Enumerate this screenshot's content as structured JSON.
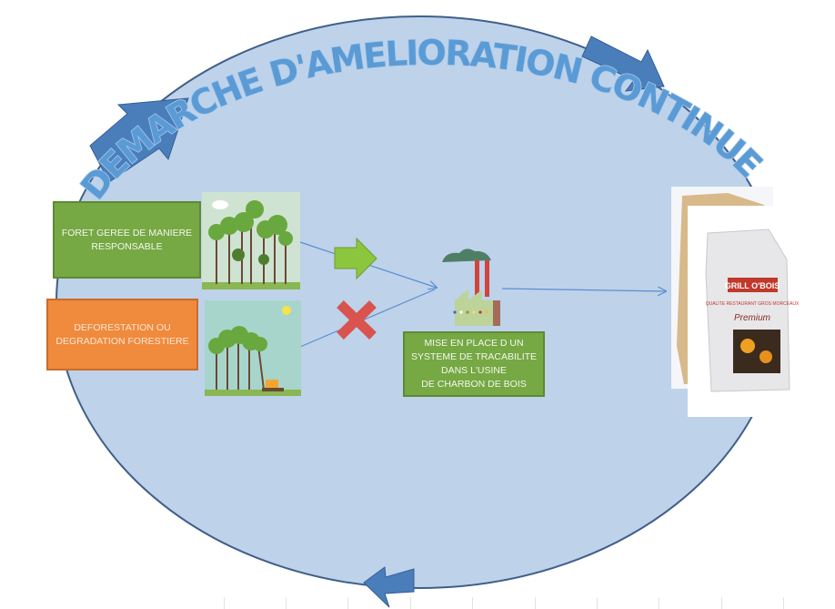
{
  "title": "DEMARCHE D'AMELIORATION CONTINUE",
  "boxes": {
    "sustainable_forest": "FORET GEREE DE MANIERE\nRESPONSABLE",
    "deforestation": "DEFORESTATION OU\nDEGRADATION FORESTIERE",
    "traceability": "MISE EN PLACE D UN\nSYSTEME DE TRACABILITE\nDANS L'USINE\nDE CHARBON DE BOIS"
  },
  "product": {
    "brand": "GRILL O'BOIS",
    "tagline": "QUALITE RESTAURANT GROS MORCEAUX",
    "variant": "Premium"
  },
  "colors": {
    "cycle_fill": "#bed2ea",
    "cycle_stroke": "#3f5f8a",
    "cycle_arrow": "#4a7ebb",
    "title_fill": "#5b9bd5",
    "accept_arrow": "#8cc63f",
    "reject_cross": "#d9534f"
  },
  "icons": [
    "cycle-arrow-icon",
    "check-arrow-icon",
    "reject-cross-icon",
    "factory-icon",
    "forest-image",
    "deforestation-image",
    "charcoal-bag-image"
  ]
}
